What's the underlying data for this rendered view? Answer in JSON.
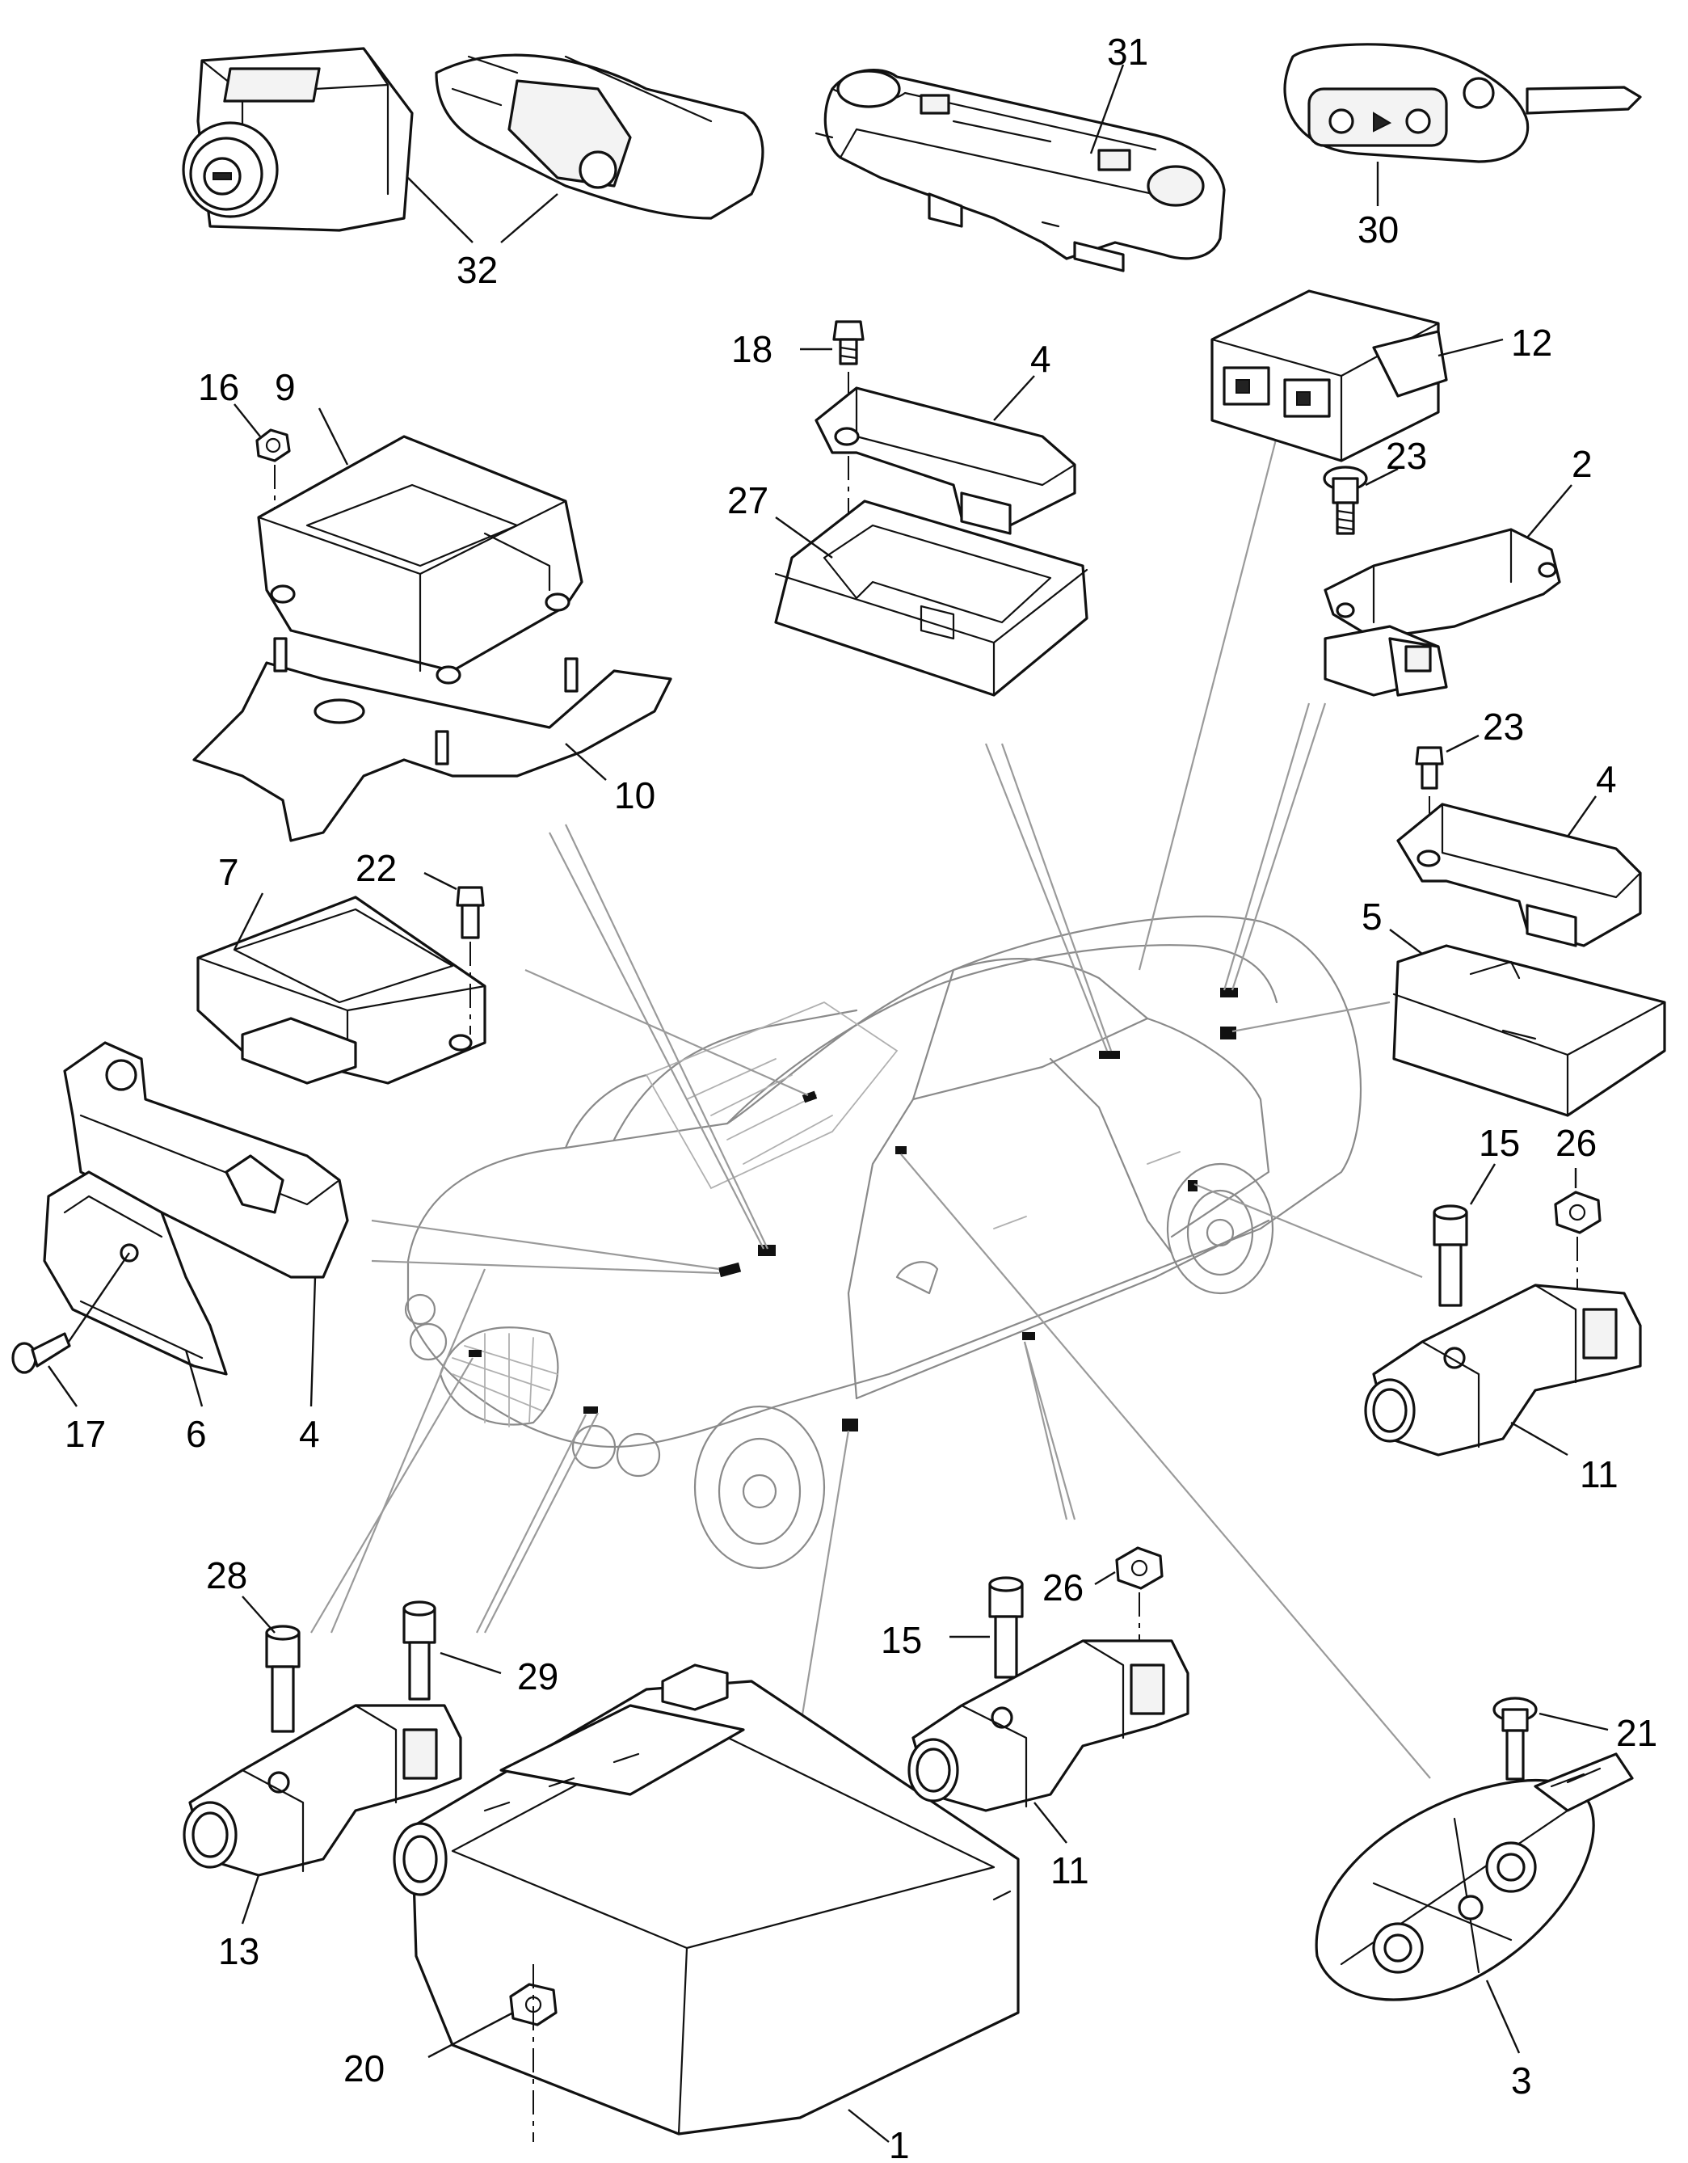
{
  "callouts": {
    "c31": "31",
    "c30": "30",
    "c32": "32",
    "c18": "18",
    "c4_top": "4",
    "c12": "12",
    "c16": "16",
    "c9": "9",
    "c27": "27",
    "c23_a": "23",
    "c2": "2",
    "c10": "10",
    "c23_b": "23",
    "c4_right": "4",
    "c7": "7",
    "c22": "22",
    "c5": "5",
    "c15_right": "15",
    "c26_right": "26",
    "c17": "17",
    "c6": "6",
    "c4_left": "4",
    "c11_right": "11",
    "c28": "28",
    "c26_mid": "26",
    "c15_mid": "15",
    "c29": "29",
    "c21": "21",
    "c11_mid": "11",
    "c13": "13",
    "c20": "20",
    "c3": "3",
    "c1": "1"
  },
  "icons": [
    "ignition-lock-icon",
    "key-fob-icon",
    "control-unit-icon",
    "crash-sensor-icon",
    "antenna-icon",
    "bolt-icon",
    "nut-icon",
    "screw-icon",
    "vehicle-outline-icon"
  ],
  "colors": {
    "line": "#111111",
    "vehicle": "#8a8a8a",
    "background": "#ffffff"
  }
}
